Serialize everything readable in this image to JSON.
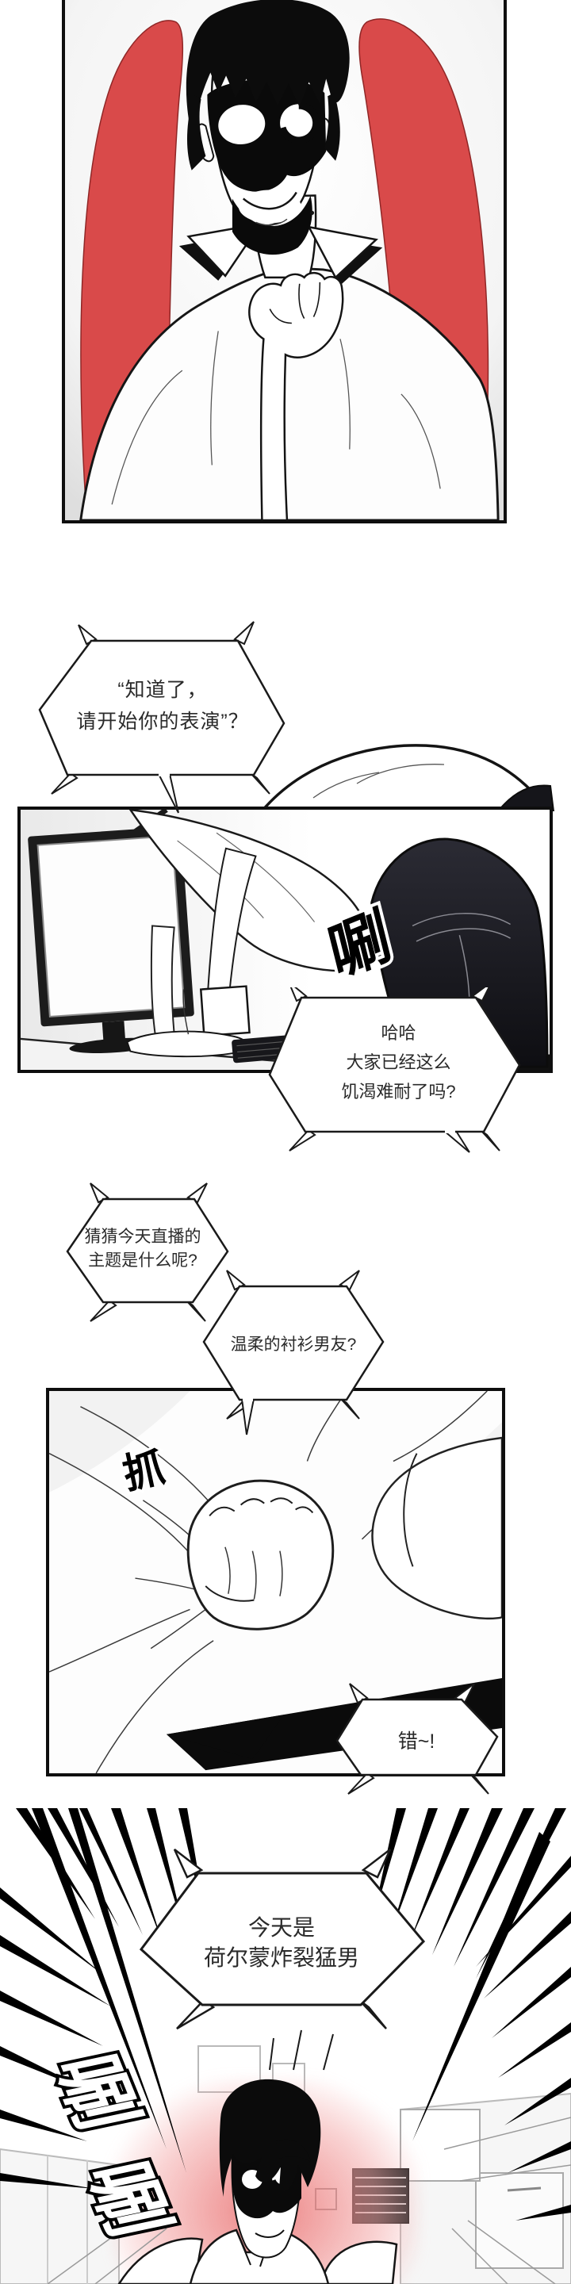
{
  "colors": {
    "ink": "#0e0e0e",
    "chair_red": "#d94a4a",
    "glow_pink": "#ef8a8a",
    "text": "#2a2a2a"
  },
  "bubbles": {
    "b1": {
      "lines": [
        "“知道了，",
        "请开始你的表演”？"
      ]
    },
    "b2": {
      "lines": [
        "哈哈",
        "大家已经这么",
        "饥渴难耐了吗?"
      ]
    },
    "b3": {
      "lines": [
        "猜猜今天直播的",
        "主题是什么呢?"
      ]
    },
    "b4": {
      "lines": [
        "温柔的衬衫男友?"
      ]
    },
    "b5": {
      "lines": [
        "错~!"
      ]
    },
    "b6": {
      "lines": [
        "今天是",
        "荷尔蒙炸裂猛男"
      ]
    }
  },
  "sfx": {
    "swish": "唰",
    "grab": "抓"
  }
}
